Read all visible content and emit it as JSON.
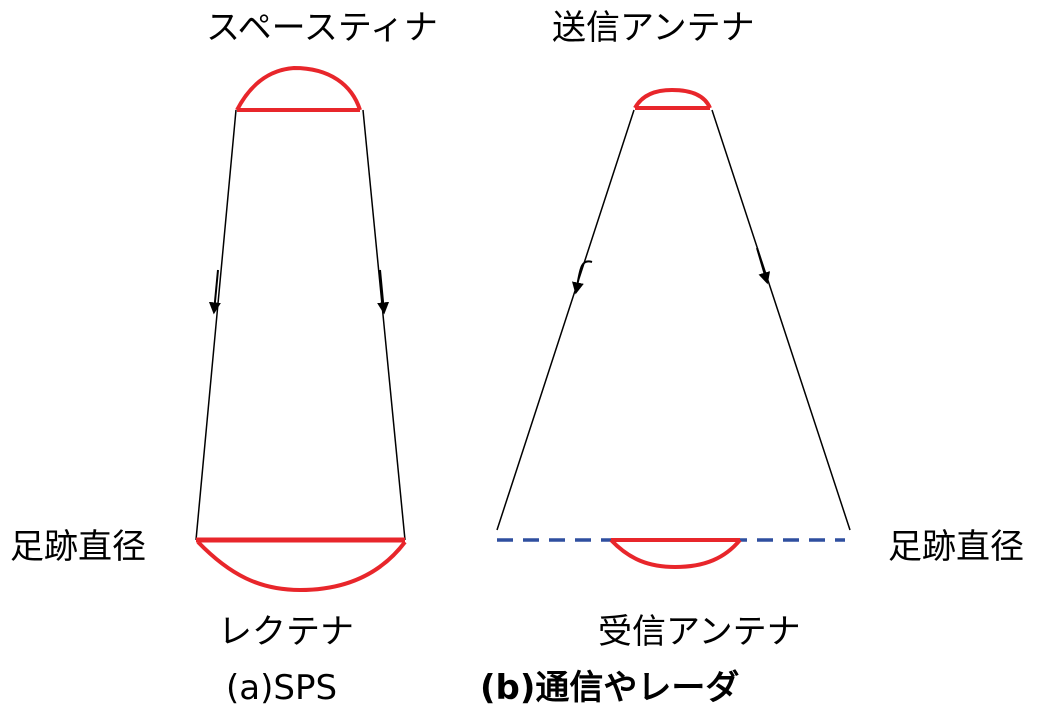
{
  "panel_a": {
    "top_label": "スペースティナ",
    "side_label": "足跡直径",
    "bottom_label": "レクテナ",
    "caption": "(a)SPS"
  },
  "panel_b": {
    "top_label": "送信アンテナ",
    "side_label": "足跡直径",
    "bottom_label": "受信アンテナ",
    "caption": "(b)通信やレーダ"
  },
  "colors": {
    "antenna": "#e8262b",
    "beam": "#000000",
    "footprint_dashed": "#2f4f9f"
  }
}
